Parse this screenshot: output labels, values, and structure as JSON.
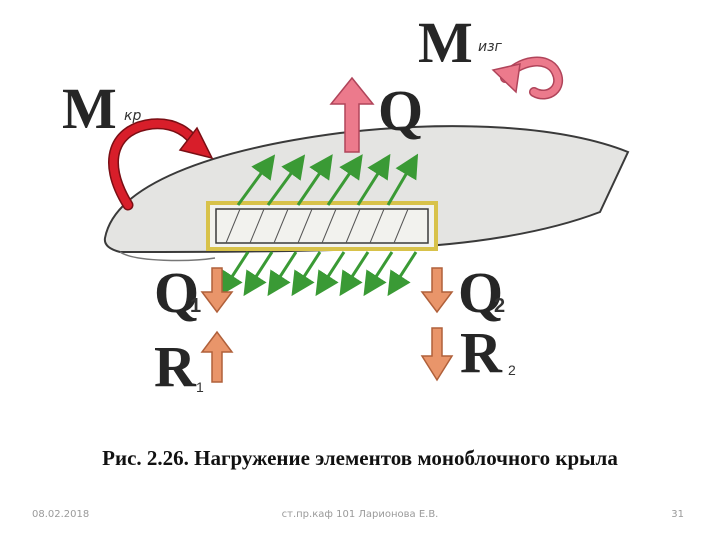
{
  "diagram": {
    "labels": {
      "m_bend": "M",
      "m_bend_sub": "изг",
      "m_tor": "M",
      "m_tor_sub": "кр",
      "q_main": "Q",
      "q1_letter": "Q",
      "q1_sub": "1",
      "q2_letter": "Q",
      "q2_sub": "2",
      "r1": "R",
      "r2": "R",
      "point1": "1",
      "point2": "2"
    },
    "colors": {
      "wing_fill": "#e4e4e2",
      "wing_outline": "#3a3a3a",
      "box_frame": "#d8c24a",
      "red_arrow": "#d81e2a",
      "pink_arrow": "#ec7a8c",
      "orange_arrow": "#e9956a",
      "green_arrow": "#3a9a35"
    }
  },
  "caption": "Рис. 2.26. Нагружение элементов моноблочного крыла",
  "footer": {
    "date": "08.02.2018",
    "author": "ст.пр.каф 101 Ларионова Е.В.",
    "page": "31"
  }
}
